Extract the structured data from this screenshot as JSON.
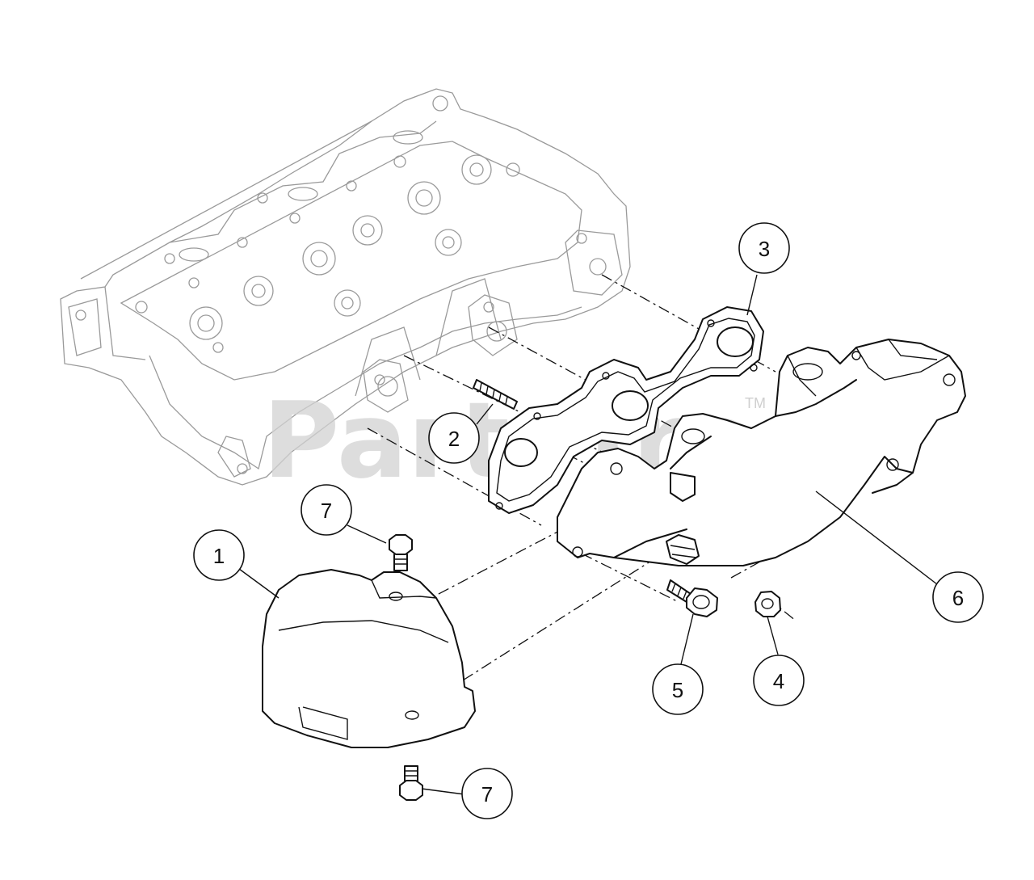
{
  "watermark": {
    "text": "PartsTree",
    "trademark": "TM"
  },
  "callouts": [
    {
      "id": "1",
      "label": "1"
    },
    {
      "id": "2",
      "label": "2"
    },
    {
      "id": "3",
      "label": "3"
    },
    {
      "id": "4",
      "label": "4"
    },
    {
      "id": "5",
      "label": "5"
    },
    {
      "id": "6",
      "label": "6"
    },
    {
      "id": "7a",
      "label": "7"
    },
    {
      "id": "7b",
      "label": "7"
    }
  ]
}
